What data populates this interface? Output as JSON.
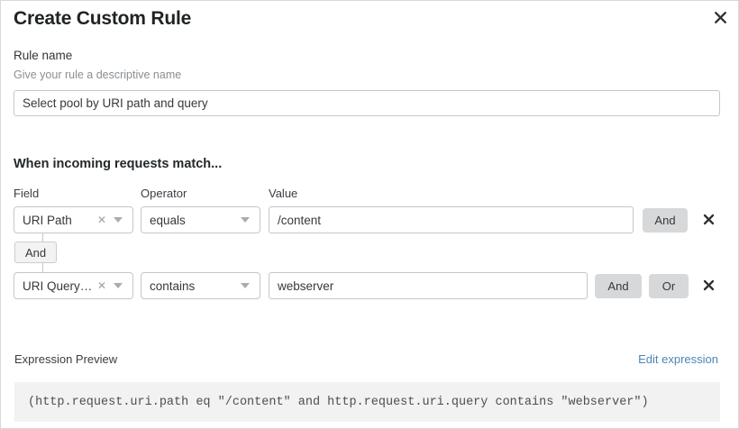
{
  "dialog": {
    "title": "Create Custom Rule",
    "close_icon": "close-icon"
  },
  "rule_name": {
    "label": "Rule name",
    "hint": "Give your rule a descriptive name",
    "value": "Select pool by URI path and query",
    "placeholder": "Select pool by URI path and query"
  },
  "conditions": {
    "heading": "When incoming requests match...",
    "columns": {
      "field": "Field",
      "operator": "Operator",
      "value": "Value"
    },
    "connector_chip": "And",
    "rows": [
      {
        "field": "URI Path",
        "operator": "equals",
        "value": "/content",
        "clear_icon": "clear-x-icon",
        "caret_icon": "chevron-down-icon",
        "buttons": [
          "And"
        ],
        "delete_icon": "close-icon"
      },
      {
        "field": "URI Query St...",
        "operator": "contains",
        "value": "webserver",
        "clear_icon": "clear-x-icon",
        "caret_icon": "chevron-down-icon",
        "buttons": [
          "And",
          "Or"
        ],
        "delete_icon": "close-icon"
      }
    ]
  },
  "expression_preview": {
    "label": "Expression Preview",
    "edit_link": "Edit expression",
    "expression": "(http.request.uri.path eq \"/content\" and http.request.uri.query contains \"webserver\")"
  },
  "colors": {
    "link": "#4a86b8",
    "button_gray": "#d6d8da",
    "preview_bg": "#f2f2f3",
    "border": "#c3c7cb"
  }
}
